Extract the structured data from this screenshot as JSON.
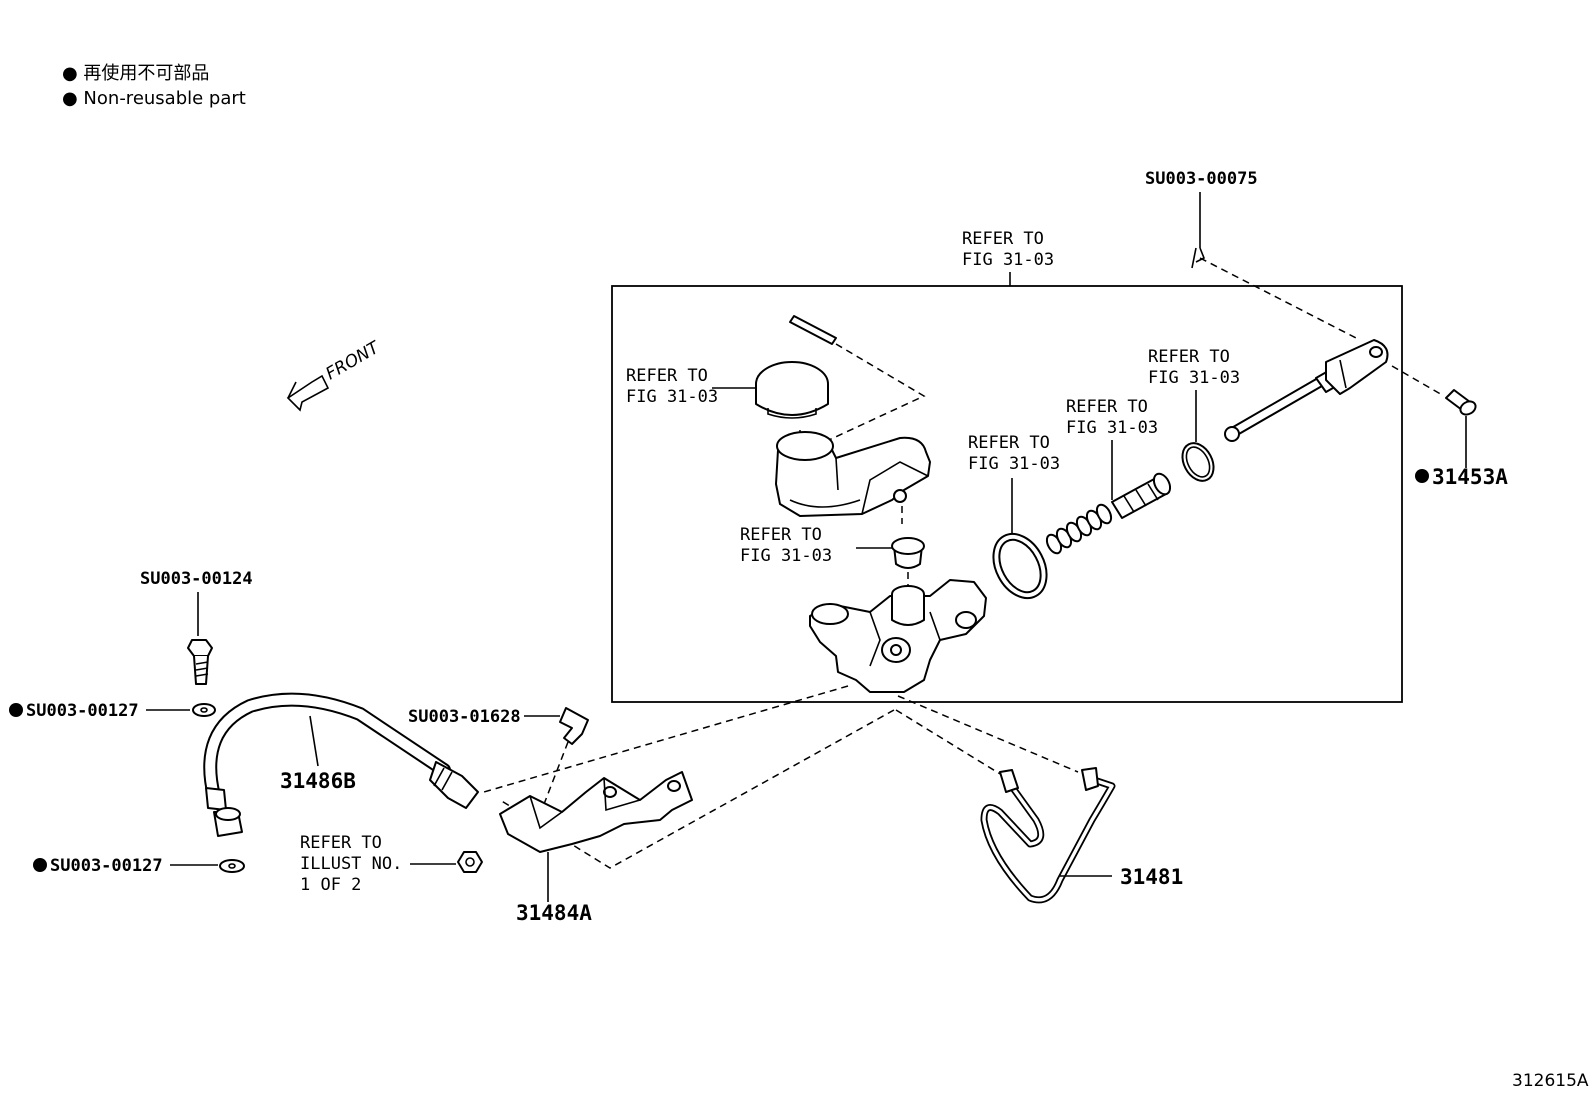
{
  "legend": {
    "line1": "● 再使用不可部品",
    "line2": "● Non-reusable part"
  },
  "front_label": "FRONT",
  "refer_fig": {
    "l1": "REFER TO",
    "l2": "FIG 31-03"
  },
  "refer_illust": {
    "l1": "REFER TO",
    "l2": "ILLUST NO.",
    "l3": "1 OF 2"
  },
  "callouts": {
    "su_00075": "SU003-00075",
    "su_00124": "SU003-00124",
    "su_00127_a": "SU003-00127",
    "su_00127_b": "SU003-00127",
    "su_01628": "SU003-01628",
    "p_31453a": "31453A",
    "p_31486b": "31486B",
    "p_31484a": "31484A",
    "p_31481": "31481"
  },
  "figure_id": "312615A",
  "colors": {
    "ink": "#000000",
    "paper": "#ffffff"
  }
}
